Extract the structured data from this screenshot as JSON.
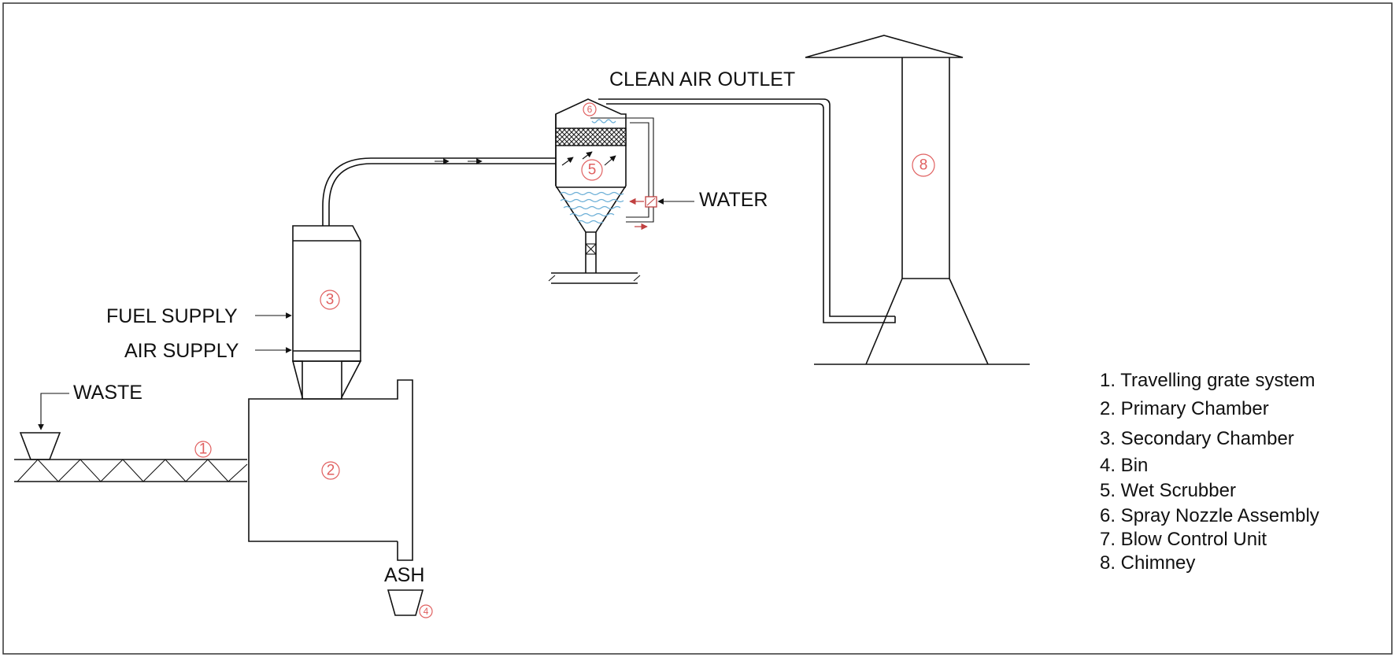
{
  "labels": {
    "clean_air_outlet": "CLEAN AIR OUTLET",
    "water": "WATER",
    "fuel_supply": "FUEL SUPPLY",
    "air_supply": "AIR SUPPLY",
    "waste": "WASTE",
    "ash": "ASH"
  },
  "markers": {
    "m1": "1",
    "m2": "2",
    "m3": "3",
    "m4": "4",
    "m5": "5",
    "m6": "6",
    "m8": "8"
  },
  "legend": [
    "1. Travelling grate system",
    "2. Primary Chamber",
    "3. Secondary Chamber",
    "4. Bin",
    "5. Wet Scrubber",
    "6. Spray Nozzle Assembly",
    "7. Blow Control Unit",
    "8. Chimney"
  ],
  "colors": {
    "marker": "#e06060",
    "water": "#6aaed6",
    "line": "#111111"
  }
}
